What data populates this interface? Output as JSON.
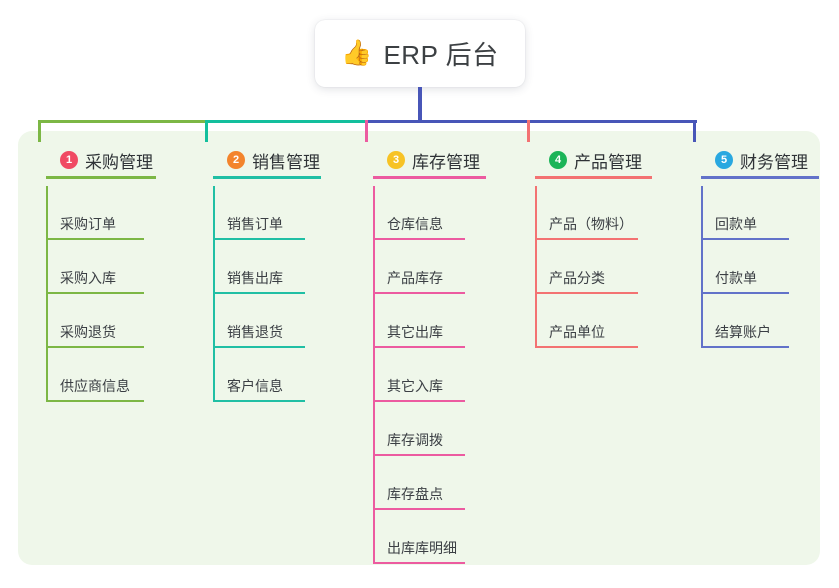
{
  "diagram": {
    "title": "ERP 后台",
    "root": {
      "label": "ERP 后台",
      "icon": "thumbs-up-emoji",
      "emoji": "👍"
    },
    "canvas_background": "#eff7ea",
    "stem_color": "#4856b8",
    "branches": [
      {
        "number": "1",
        "label": "采购管理",
        "badge_color": "#f04a63",
        "line_color": "#7cb745",
        "bus_color": "#7cb745",
        "items": [
          "采购订单",
          "采购入库",
          "采购退货",
          "供应商信息"
        ]
      },
      {
        "number": "2",
        "label": "销售管理",
        "badge_color": "#f3842c",
        "line_color": "#20bfa4",
        "bus_color": "#13bf9d",
        "items": [
          "销售订单",
          "销售出库",
          "销售退货",
          "客户信息"
        ]
      },
      {
        "number": "3",
        "label": "库存管理",
        "badge_color": "#f7c325",
        "line_color": "#ec5ba0",
        "bus_color": "#ec5ba0",
        "items": [
          "仓库信息",
          "产品库存",
          "其它出库",
          "其它入库",
          "库存调拨",
          "库存盘点",
          "出库库明细"
        ]
      },
      {
        "number": "4",
        "label": "产品管理",
        "badge_color": "#1bb458",
        "line_color": "#f37272",
        "bus_color": "#f37272",
        "items": [
          "产品（物料）",
          "产品分类",
          "产品单位"
        ]
      },
      {
        "number": "5",
        "label": "财务管理",
        "badge_color": "#29a8e0",
        "line_color": "#6272c9",
        "bus_color": "#4856b8",
        "items": [
          "回款单",
          "付款单",
          "结算账户"
        ]
      }
    ]
  }
}
